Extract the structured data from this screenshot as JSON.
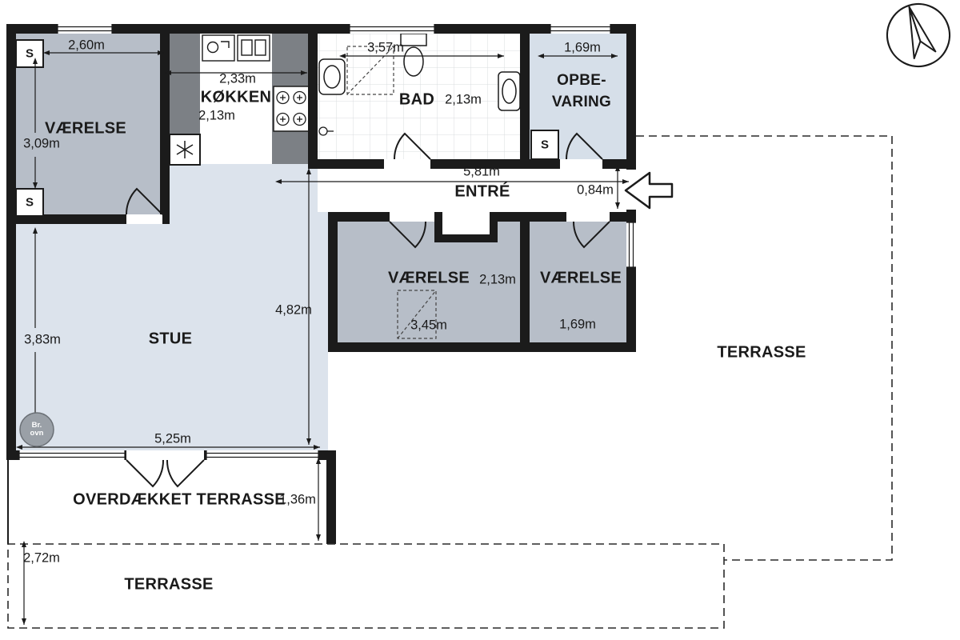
{
  "colors": {
    "wall": "#1b1b1b",
    "bedroom_fill": "#b7bec8",
    "living_fill": "#dce3ec",
    "storage_fill": "#d6dfe9",
    "counter_fill": "#7c8085"
  },
  "rooms": {
    "bedroom_nw": {
      "name": "VÆRELSE",
      "width": "2,60m",
      "depth": "3,09m"
    },
    "kitchen": {
      "name": "KØKKEN",
      "width": "2,33m",
      "depth": "2,13m"
    },
    "bathroom": {
      "name": "BAD",
      "width": "3,57m",
      "depth": "2,13m"
    },
    "storage": {
      "name_line1": "OPBE-",
      "name_line2": "VARING",
      "width": "1,69m"
    },
    "hallway": {
      "name": "ENTRÉ",
      "length": "5,81m",
      "width": "0,84m"
    },
    "bedroom_mid": {
      "name": "VÆRELSE",
      "width": "2,13m",
      "depth": "3,45m"
    },
    "bedroom_east": {
      "name": "VÆRELSE",
      "width": "1,69m"
    },
    "living_room": {
      "name": "STUE",
      "depth": "3,83m",
      "inner_height": "4,82m",
      "width": "5,25m"
    },
    "covered_terrace": {
      "name": "OVERDÆKKET TERRASSE",
      "depth": "1,36m"
    },
    "terrace_east": {
      "name": "TERRASSE"
    },
    "terrace_south": {
      "name": "TERRASSE",
      "offset": "2,72m"
    }
  },
  "markers": {
    "closet_label": "S",
    "wood_stove_line1": "Br.",
    "wood_stove_line2": "ovn"
  }
}
